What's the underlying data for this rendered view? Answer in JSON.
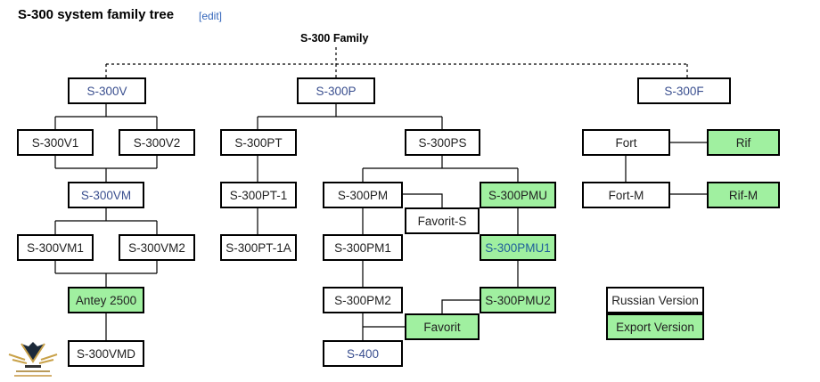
{
  "heading": {
    "title": "S-300 system family tree",
    "edit_label": "[edit]"
  },
  "tree": {
    "root_label": "S-300 Family",
    "nodes": [
      {
        "id": "s300v",
        "label": "S-300V",
        "link": true
      },
      {
        "id": "s300p",
        "label": "S-300P",
        "link": true
      },
      {
        "id": "s300f",
        "label": "S-300F",
        "link": true
      },
      {
        "id": "s300v1",
        "label": "S-300V1"
      },
      {
        "id": "s300v2",
        "label": "S-300V2"
      },
      {
        "id": "s300pt",
        "label": "S-300PT"
      },
      {
        "id": "s300ps",
        "label": "S-300PS"
      },
      {
        "id": "fort",
        "label": "Fort"
      },
      {
        "id": "rif",
        "label": "Rif",
        "export": true
      },
      {
        "id": "s300vm",
        "label": "S-300VM",
        "link": true
      },
      {
        "id": "s300pt1",
        "label": "S-300PT-1"
      },
      {
        "id": "s300pm",
        "label": "S-300PM"
      },
      {
        "id": "s300pmu",
        "label": "S-300PMU",
        "export": true
      },
      {
        "id": "favorits",
        "label": "Favorit-S"
      },
      {
        "id": "fortm",
        "label": "Fort-M"
      },
      {
        "id": "rifm",
        "label": "Rif-M",
        "export": true
      },
      {
        "id": "s300vm1",
        "label": "S-300VM1"
      },
      {
        "id": "s300vm2",
        "label": "S-300VM2"
      },
      {
        "id": "s300pt1a",
        "label": "S-300PT-1A"
      },
      {
        "id": "s300pm1",
        "label": "S-300PM1"
      },
      {
        "id": "s300pmu1",
        "label": "S-300PMU1",
        "export": true,
        "link": true
      },
      {
        "id": "antey",
        "label": "Antey 2500",
        "export": true
      },
      {
        "id": "s300pm2",
        "label": "S-300PM2"
      },
      {
        "id": "s300pmu2",
        "label": "S-300PMU2",
        "export": true
      },
      {
        "id": "favorit",
        "label": "Favorit",
        "export": true
      },
      {
        "id": "s300vmd",
        "label": "S-300VMD"
      },
      {
        "id": "s400",
        "label": "S-400",
        "link": true
      }
    ],
    "legend": {
      "russian": "Russian Version",
      "export": "Export Version"
    }
  },
  "colors": {
    "export_fill": "#a0f0a0",
    "link": "#3a4f8f",
    "border": "#000000"
  }
}
